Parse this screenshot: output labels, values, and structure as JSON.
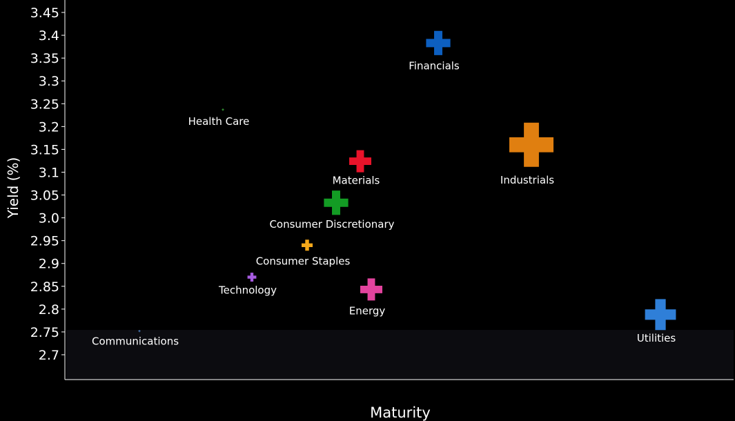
{
  "chart_data": {
    "type": "scatter",
    "title": "",
    "xlabel": "Maturity",
    "ylabel": "Yield (%)",
    "ylim": [
      2.64,
      3.47
    ],
    "yticks": [
      "2.7",
      "2.75",
      "2.8",
      "2.85",
      "2.9",
      "2.95",
      "3.0",
      "3.05",
      "3.1",
      "3.15",
      "3.2",
      "3.25",
      "3.3",
      "3.35",
      "3.4",
      "3.45"
    ],
    "x_ticks_shown": false,
    "grid": false,
    "colors": {
      "background": "#000000",
      "axis": "#ffffff",
      "text": "#ffffff"
    },
    "points": [
      {
        "label": "Communications",
        "y": 2.752,
        "relative_size": 0.05,
        "color": "#4a7ab8"
      },
      {
        "label": "Health Care",
        "y": 3.237,
        "relative_size": 0.05,
        "color": "#3aa83a"
      },
      {
        "label": "Technology",
        "y": 2.87,
        "relative_size": 0.2,
        "color": "#a65be0"
      },
      {
        "label": "Consumer Staples",
        "y": 2.94,
        "relative_size": 0.25,
        "color": "#f5a81a"
      },
      {
        "label": "Consumer Discretionary",
        "y": 3.033,
        "relative_size": 0.55,
        "color": "#139c24"
      },
      {
        "label": "Materials",
        "y": 3.124,
        "relative_size": 0.5,
        "color": "#e8132a"
      },
      {
        "label": "Energy",
        "y": 2.843,
        "relative_size": 0.5,
        "color": "#e3439e"
      },
      {
        "label": "Financials",
        "y": 3.383,
        "relative_size": 0.55,
        "color": "#0d5fc0"
      },
      {
        "label": "Industrials",
        "y": 3.16,
        "relative_size": 1.0,
        "color": "#e07f10"
      },
      {
        "label": "Utilities",
        "y": 2.788,
        "relative_size": 0.7,
        "color": "#2f7fd8"
      }
    ]
  }
}
